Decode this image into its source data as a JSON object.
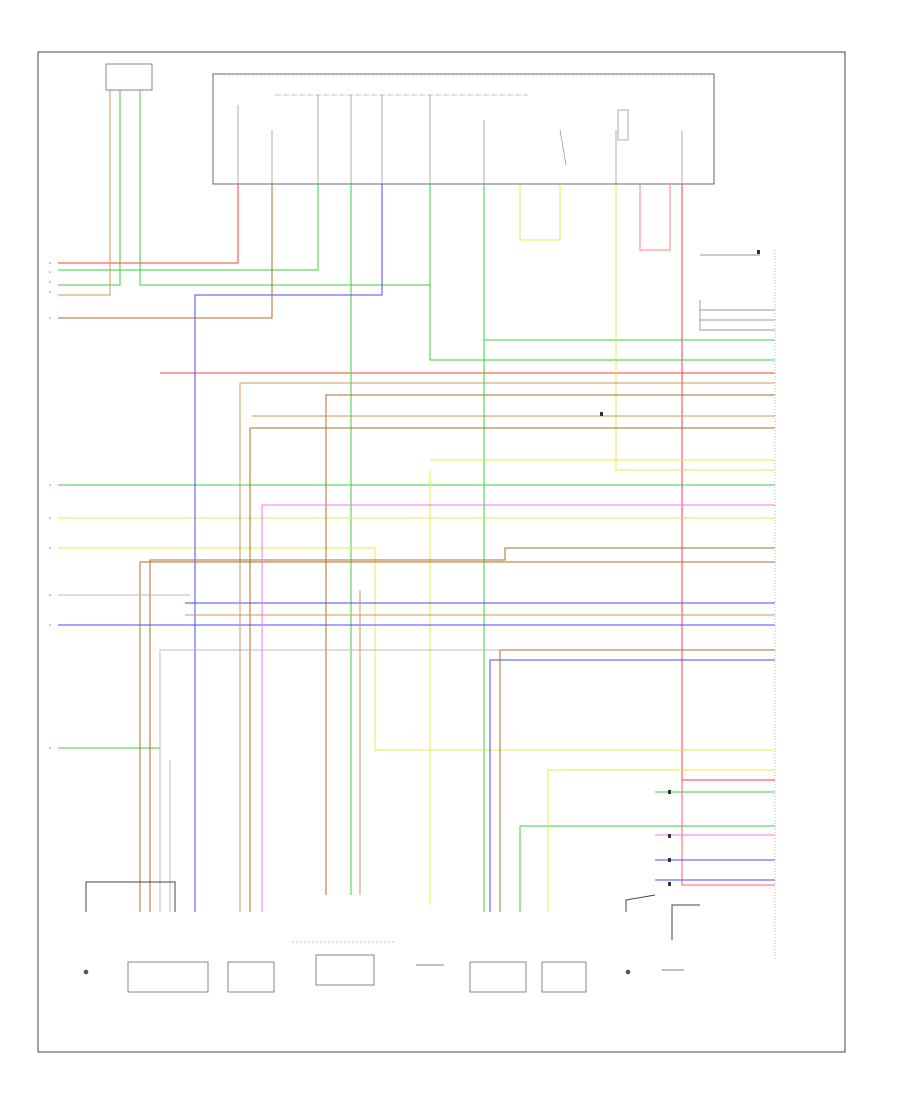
{
  "colors": {
    "red": "#ff3b3b",
    "green": "#3ccf3c",
    "yellow": "#e8e84a",
    "blue": "#4a4aff",
    "brown": "#a8702e",
    "pink": "#ff6fff",
    "gray": "#9a9a9a",
    "black": "#222222",
    "frame": "#444444"
  },
  "diagram": {
    "top_module_label": "",
    "left_relay_label": "",
    "right_connector_label": "",
    "bottom_modules": [
      "",
      "",
      "",
      "",
      "",
      "",
      "",
      "",
      "",
      "",
      ""
    ],
    "footer_code": ""
  },
  "wires": [
    {
      "color": "red"
    },
    {
      "color": "green"
    },
    {
      "color": "yellow"
    },
    {
      "color": "blue"
    },
    {
      "color": "brown"
    },
    {
      "color": "pink"
    }
  ]
}
